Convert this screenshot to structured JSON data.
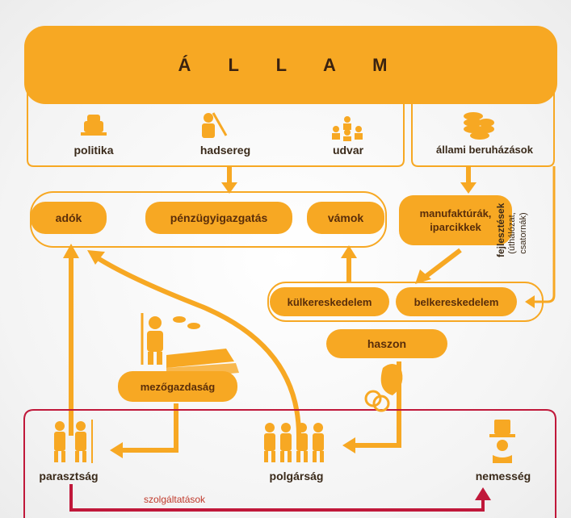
{
  "title": "Á L L A M",
  "top_items": {
    "politika": "politika",
    "hadsereg": "hadsereg",
    "udvar": "udvar",
    "allami_beruhazasok": "állami beruházások"
  },
  "row1": {
    "adok": "adók",
    "penzugy": "pénzügyigazgatás",
    "vamok": "vámok",
    "manufaktura_1": "manufaktúrák,",
    "manufaktura_2": "iparcikkek"
  },
  "side_note": {
    "line1": "fejlesztések",
    "line2": "(úthálózat, csatornák)"
  },
  "row2": {
    "kulker": "külkereskedelem",
    "belker": "belkereskedelem",
    "haszon": "haszon"
  },
  "agri": "mezőgazdaság",
  "classes": {
    "parasztsag": "parasztság",
    "polgarsag": "polgárság",
    "nemesseg": "nemesség"
  },
  "services": "szolgáltatások",
  "colors": {
    "orange": "#f7a823",
    "red": "#c0183a",
    "text": "#3a2a1a"
  },
  "icons": [
    "crown-building-icon",
    "soldier-icon",
    "courtiers-icon",
    "coins-icon",
    "farmer-icon",
    "money-bag-icon",
    "peasants-icon",
    "citizens-icon",
    "noble-icon"
  ]
}
